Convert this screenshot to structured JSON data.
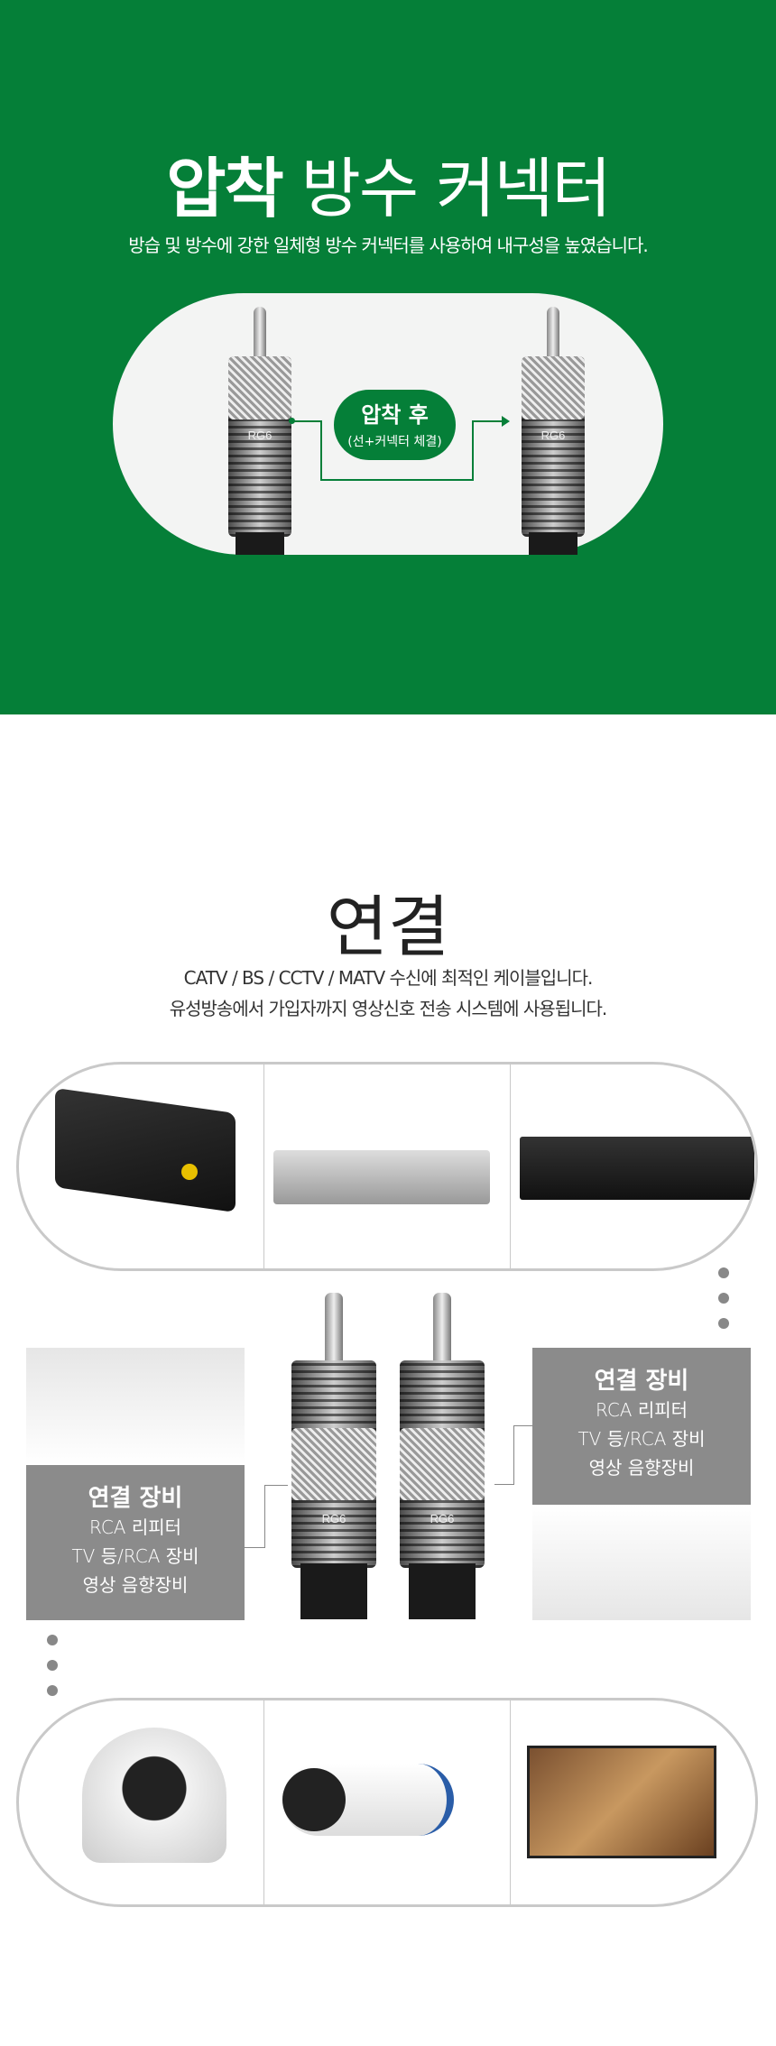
{
  "hero": {
    "title_bold": "압착",
    "title_light": "방수 커넥터",
    "subtitle": "방습 및 방수에 강한 일체형 방수 커넥터를 사용하여 내구성을 높였습니다.",
    "badge_title": "압착 후",
    "badge_sub": "(선+커넥터 체결)",
    "connector_label": "RG6"
  },
  "connection": {
    "title": "연결",
    "line1": "CATV / BS / CCTV / MATV 수신에 최적인 케이블입니다.",
    "line2": "유성방송에서 가입자까지 영상신호 전송 시스템에 사용됩니다.",
    "left_box": {
      "title": "연결 장비",
      "items": [
        "RCA 리피터",
        "TV 등/RCA 장비",
        "영상 음향장비"
      ]
    },
    "right_box": {
      "title": "연결 장비",
      "items": [
        "RCA 리피터",
        "TV 등/RCA 장비",
        "영상 음향장비"
      ]
    },
    "connector_label": "RG6"
  },
  "colors": {
    "green": "#057f38",
    "gray_box": "#8b8b8b"
  }
}
